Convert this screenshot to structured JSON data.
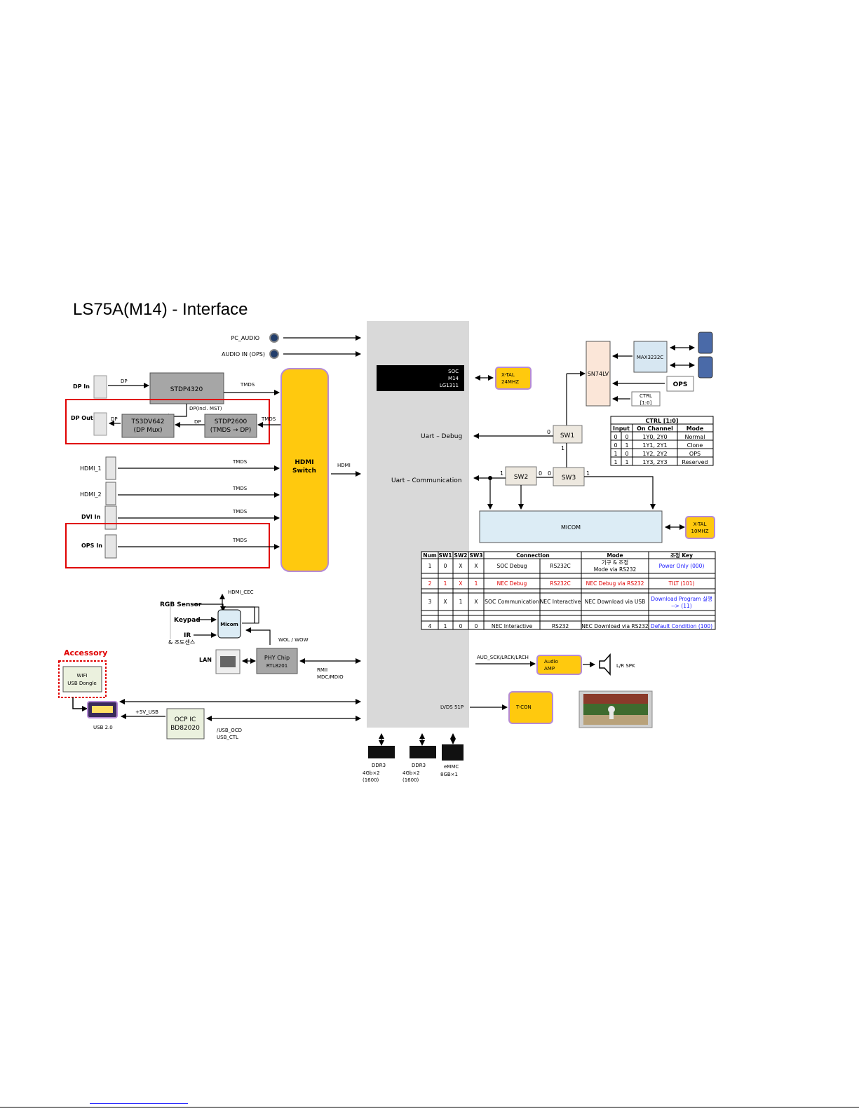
{
  "title": "LS75A(M14) - Interface",
  "colors": {
    "yellow": "#ffc90e",
    "yellow_border": "#b58ad6",
    "grey_box": "#a6a6a6",
    "soc_panel": "#d9d9d9",
    "red": "#e00000",
    "micom_fill": "#dcecf5",
    "sn74_fill": "#fbe6d8",
    "max_fill": "#d7e7f2",
    "wifi_fill": "#ebf1de"
  },
  "left": {
    "pc_audio": "PC_AUDIO",
    "audio_in_ops": "AUDIO IN (OPS)",
    "dp_in": "DP In",
    "dp_out": "DP Out",
    "dp1": "DP",
    "dp2": "DP",
    "dp3": "DP",
    "dp_mst": "DP(incl. MST)",
    "stdp4320": "STDP4320",
    "ts3dv642_l1": "TS3DV642",
    "ts3dv642_l2": "(DP Mux)",
    "stdp2600_l1": "STDP2600",
    "stdp2600_l2": "(TMDS → DP)",
    "tmds1": "TMDS",
    "tmds2": "TMDS",
    "tmds3": "TMDS",
    "tmds4": "TMDS",
    "tmds5": "TMDS",
    "tmds6": "TMDS",
    "hdmi1": "HDMI_1",
    "hdmi2": "HDMI_2",
    "dvi_in": "DVI In",
    "ops_in": "OPS In",
    "hdmi_switch_l1": "HDMI",
    "hdmi_switch_l2": "Switch",
    "hdmi_label": "HDMI",
    "hdmi_cec": "HDMI_CEC",
    "rgb_sensor": "RGB Sensor",
    "keypad": "Keypad",
    "ir": "IR",
    "ir_sub": "& 조도센스",
    "micom_small": "Micom",
    "wol": "WOL / WOW",
    "lan": "LAN",
    "phy_l1": "PHY Chip",
    "phy_l2": "RTL8201",
    "rmii_l1": "RMII",
    "rmii_l2": "MDC/MDIO",
    "accessory": "Accessory",
    "wifi_l1": "WIFI",
    "wifi_l2": "USB Dongle",
    "plus5v": "+5V_USB",
    "usb20": "USB 2.0",
    "ocp_l1": "OCP IC",
    "ocp_l2": "BD82020",
    "usb_ocd_l1": "/USB_OCD",
    "usb_ocd_l2": "USB_CTL"
  },
  "center": {
    "soc_l1": "SOC",
    "soc_l2": "M14",
    "soc_l3": "LG1311",
    "ddr3_a": "DDR3",
    "ddr3_a_l2": "4Gb×2",
    "ddr3_a_l3": "(1600)",
    "ddr3_b": "DDR3",
    "ddr3_b_l2": "4Gb×2",
    "ddr3_b_l3": "(1600)",
    "emmc": "eMMC",
    "emmc_l2": "8GB×1"
  },
  "right": {
    "xtal24_l1": "X-TAL",
    "xtal24_l2": "24MHZ",
    "sn74lv": "SN74LV",
    "max3232c": "MAX3232C",
    "ops": "OPS",
    "ctrl_l1": "CTRL",
    "ctrl_l2": "[1:0]",
    "uart_debug": "Uart – Debug",
    "uart_comm": "Uart – Communication",
    "sw1": "SW1",
    "sw2": "SW2",
    "sw3": "SW3",
    "n0a": "0",
    "n1a": "1",
    "n1b": "1",
    "n0b": "0",
    "n0c": "0",
    "n1c": "1",
    "micom": "MICOM",
    "xtal10_l1": "X-TAL",
    "xtal10_l2": "10MHZ",
    "aud_bus": "AUD_SCK/LRCK/LRCH",
    "audio_amp_l1": "Audio",
    "audio_amp_l2": "AMP",
    "lr_spk": "L/R SPK",
    "lvds": "LVDS 51P",
    "tcon": "T-CON"
  },
  "ctrl_table": {
    "title": "CTRL [1:0]",
    "headers": [
      "Input",
      "On Channel",
      "Mode"
    ],
    "rows": [
      [
        "0",
        "0",
        "1Y0, 2Y0",
        "Normal"
      ],
      [
        "0",
        "1",
        "1Y1, 2Y1",
        "Clone"
      ],
      [
        "1",
        "0",
        "1Y2, 2Y2",
        "OPS"
      ],
      [
        "1",
        "1",
        "1Y3, 2Y3",
        "Reserved"
      ]
    ]
  },
  "mode_table": {
    "headers": [
      "Num",
      "SW1",
      "SW2",
      "SW3",
      "Connection",
      "",
      "Mode",
      "조정 Key"
    ],
    "rows": [
      [
        "1",
        "0",
        "X",
        "X",
        "SOC Debug",
        "RS232C",
        "기구 & 조정",
        "Power Only (000)",
        "Mode via RS232"
      ],
      [
        "2",
        "1",
        "X",
        "1",
        "NEC Debug",
        "RS232C",
        "NEC Debug via RS232",
        "TILT (101)",
        ""
      ],
      [
        "3",
        "X",
        "1",
        "X",
        "SOC Communication",
        "NEC Interactive",
        "NEC Download via USB",
        "Download Program 실행",
        "--> (11)"
      ],
      [
        "4",
        "1",
        "0",
        "0",
        "NEC Interactive",
        "RS232",
        "NEC Download via RS232",
        "Default Condition (100)",
        ""
      ]
    ]
  }
}
